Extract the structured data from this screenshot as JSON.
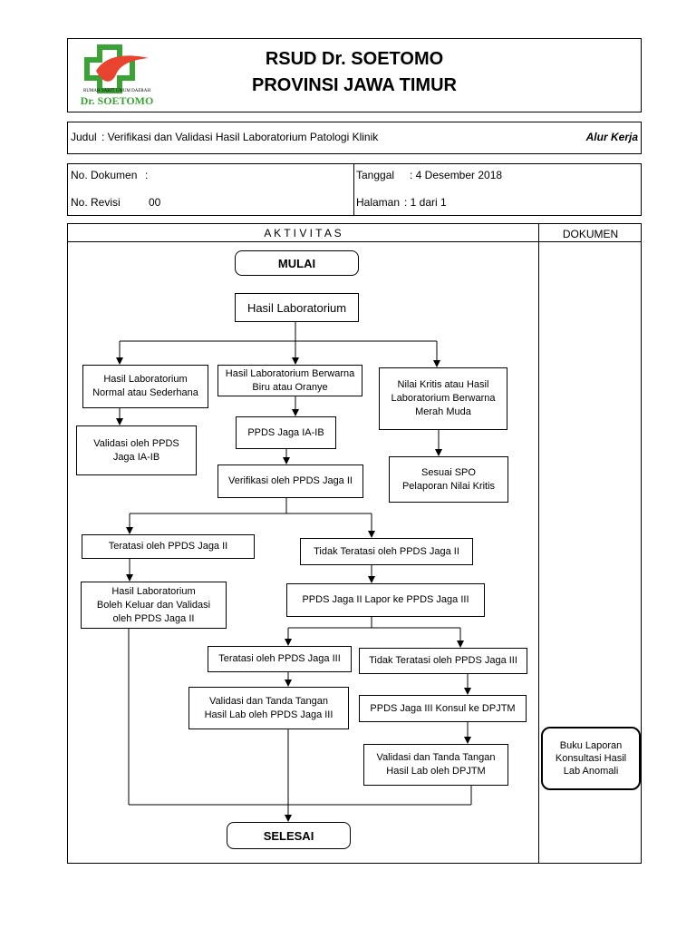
{
  "header": {
    "logo": {
      "top_text": "RUMAH SAKIT UMUM DAERAH",
      "name": "Dr. SOETOMO",
      "cross_color": "#3aa335",
      "swirl_color": "#e8432e"
    },
    "title_line1": "RSUD Dr. SOETOMO",
    "title_line2": "PROVINSI JAWA TIMUR"
  },
  "judul": {
    "label": "Judul",
    "value": ": Verifikasi dan Validasi Hasil Laboratorium Patologi Klinik",
    "type": "Alur Kerja"
  },
  "meta": {
    "no_dokumen_label": "No. Dokumen",
    "no_dokumen_value": ":",
    "no_revisi_label": "No. Revisi",
    "no_revisi_value": "00",
    "tanggal_label": "Tanggal",
    "tanggal_value": ": 4 Desember 2018",
    "halaman_label": "Halaman",
    "halaman_value": ": 1 dari 1"
  },
  "columns": {
    "aktivitas": "A K T I V I T A S",
    "dokumen": "DOKUMEN"
  },
  "flow": {
    "mulai": "MULAI",
    "hasil_lab": "Hasil Laboratorium",
    "normal": "Hasil Laboratorium\nNormal atau Sederhana",
    "berwarna": "Hasil Laboratorium Berwarna\nBiru atau Oranye",
    "kritis": "Nilai Kritis atau Hasil\nLaboratorium Berwarna\nMerah Muda",
    "validasi_ppds": "Validasi oleh PPDS\nJaga IA-IB",
    "ppds_jaga": "PPDS Jaga IA-IB",
    "sesuai_spo": "Sesuai SPO\nPelaporan Nilai Kritis",
    "verifikasi": "Verifikasi oleh PPDS Jaga II",
    "teratasi_ii": "Teratasi oleh PPDS Jaga II",
    "tidak_teratasi_ii": "Tidak Teratasi oleh PPDS Jaga II",
    "boleh_keluar": "Hasil Laboratorium\nBoleh Keluar dan Validasi\noleh PPDS Jaga II",
    "lapor_iii": "PPDS Jaga II Lapor ke PPDS  Jaga III",
    "teratasi_iii": "Teratasi oleh PPDS Jaga III",
    "tidak_teratasi_iii": "Tidak Teratasi oleh PPDS Jaga III",
    "validasi_iii": "Validasi dan Tanda Tangan\nHasil Lab oleh PPDS Jaga III",
    "konsul": "PPDS Jaga III Konsul ke DPJTM",
    "validasi_dpjtm": "Validasi dan Tanda Tangan\nHasil Lab oleh DPJTM",
    "selesai": "SELESAI"
  },
  "dokumen": {
    "buku": "Buku Laporan\nKonsultasi Hasil\nLab Anomali"
  }
}
